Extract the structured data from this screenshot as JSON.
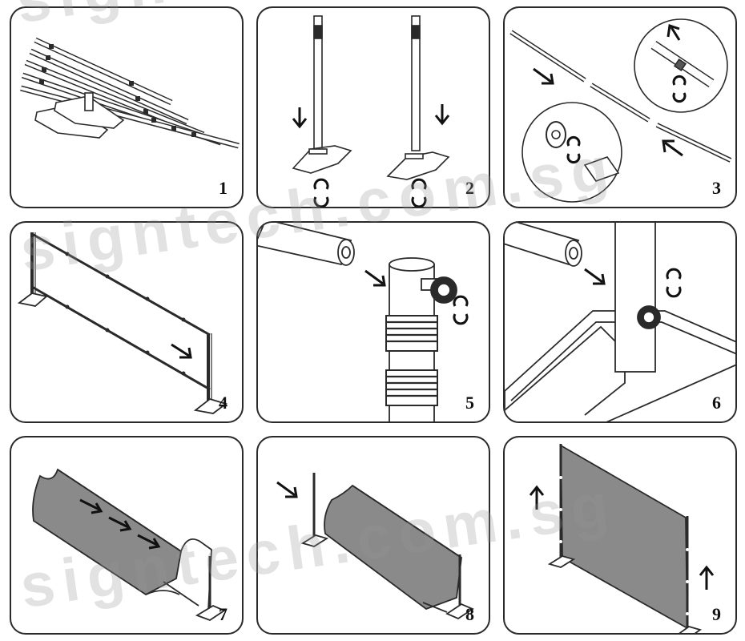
{
  "steps": [
    {
      "number": "1"
    },
    {
      "number": "2"
    },
    {
      "number": "3"
    },
    {
      "number": "4"
    },
    {
      "number": "5"
    },
    {
      "number": "6"
    },
    {
      "number": "7"
    },
    {
      "number": "8"
    },
    {
      "number": "9"
    }
  ],
  "watermark": "signtech.com.sg",
  "colors": {
    "line": "#2a2a2a",
    "fabric": "#8a8a8a",
    "watermark": "#969696"
  }
}
